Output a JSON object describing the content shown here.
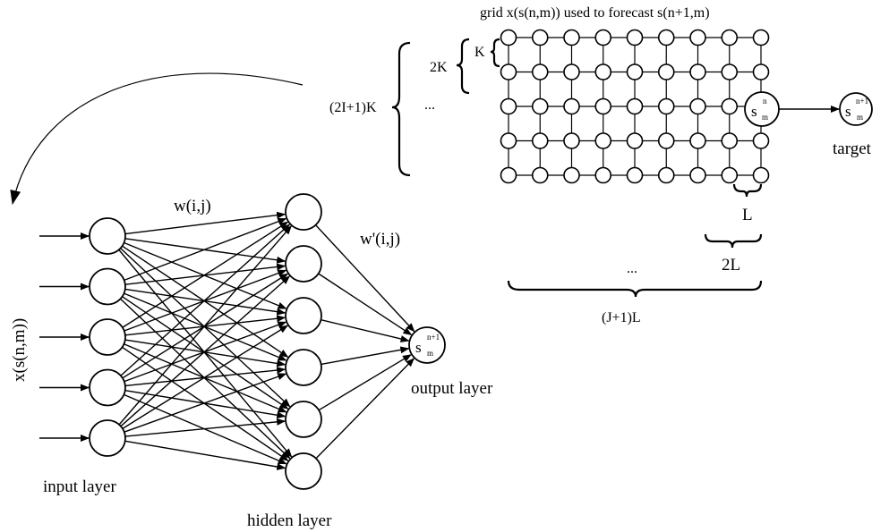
{
  "labels": {
    "grid_title": "grid x(s(n,m)) used to forecast s(n+1,m)",
    "rows_total": "(2I+1)K",
    "rows_2k": "2K",
    "rows_k": "K",
    "ellipsis_rows": "...",
    "target": "target",
    "col_l": "L",
    "col_2l": "2L",
    "ellipsis_cols": "...",
    "cols_total": "(J+1)L",
    "input_vector": "x(s(n,m))",
    "weights_in": "w(i,j)",
    "weights_out": "w'(i,j)",
    "input_layer": "input layer",
    "hidden_layer": "hidden layer",
    "output_layer": "output layer"
  },
  "symbols": {
    "grid_center": {
      "base": "s",
      "sup": "n",
      "sub": "m"
    },
    "target_node": {
      "base": "s",
      "sup": "n+1",
      "sub": "m"
    },
    "output_node": {
      "base": "s",
      "sup": "n+1",
      "sub": "m"
    }
  },
  "network": {
    "input_nodes": 5,
    "hidden_nodes": 6,
    "output_nodes": 1
  },
  "grid": {
    "rows": 5,
    "cols": 9
  }
}
